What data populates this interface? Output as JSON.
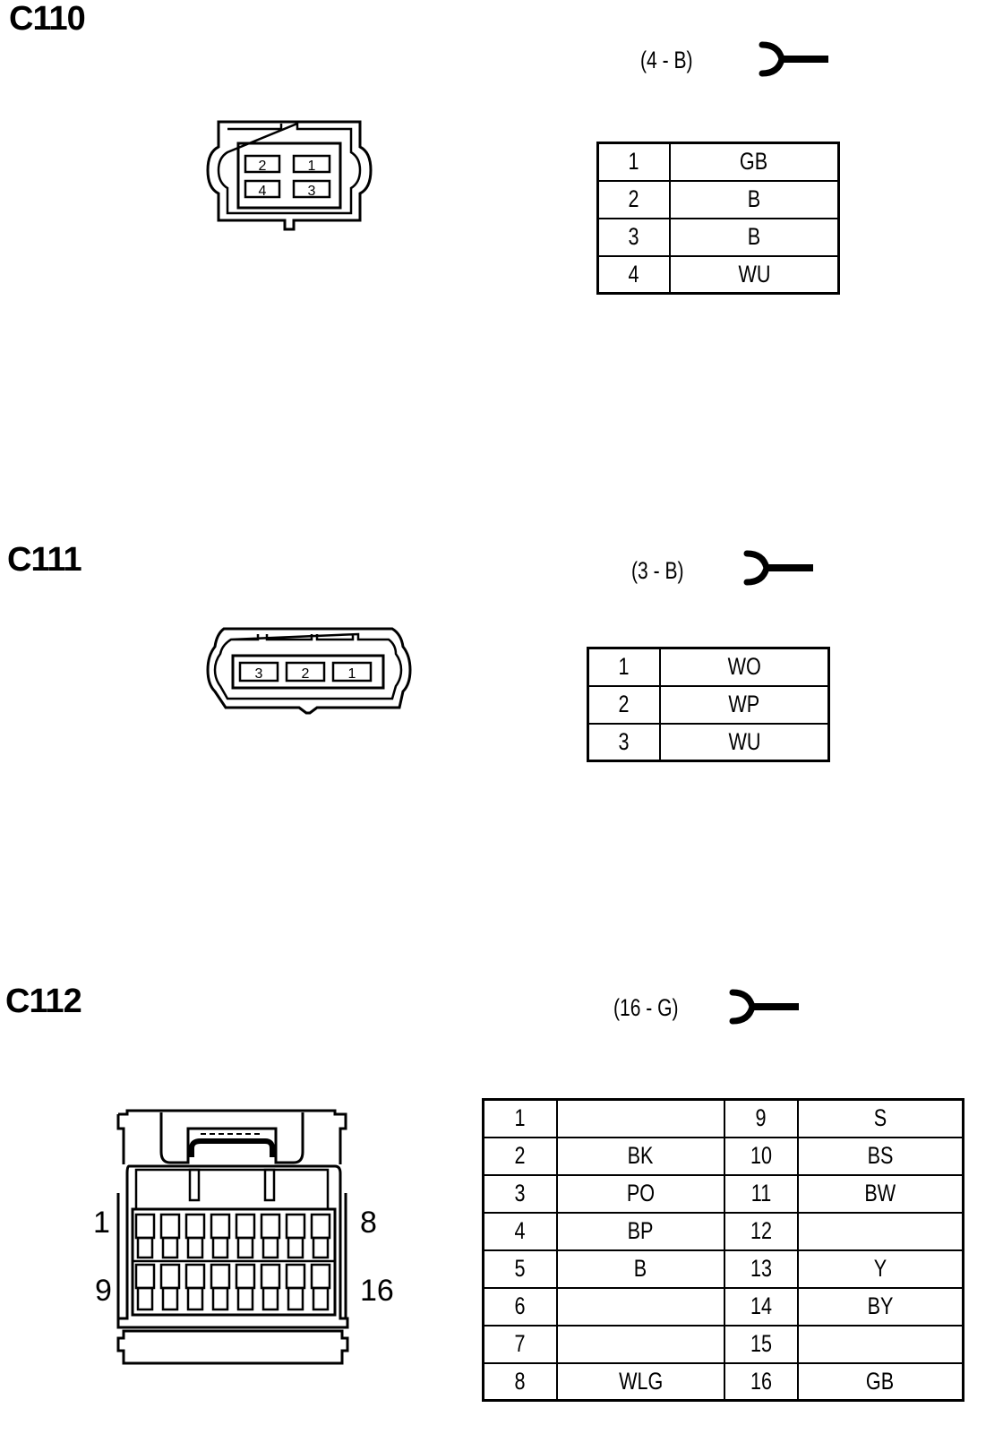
{
  "connectors": [
    {
      "id": "C110",
      "code": "(4 - B)",
      "face_pins": [
        "2",
        "1",
        "4",
        "3"
      ],
      "pins": [
        {
          "pin": "1",
          "color": "GB"
        },
        {
          "pin": "2",
          "color": "B"
        },
        {
          "pin": "3",
          "color": "B"
        },
        {
          "pin": "4",
          "color": "WU"
        }
      ]
    },
    {
      "id": "C111",
      "code": "(3 - B)",
      "face_pins": [
        "3",
        "2",
        "1"
      ],
      "pins": [
        {
          "pin": "1",
          "color": "WO"
        },
        {
          "pin": "2",
          "color": "WP"
        },
        {
          "pin": "3",
          "color": "WU"
        }
      ]
    },
    {
      "id": "C112",
      "code": "(16 - G)",
      "face_labels": {
        "top_left": "1",
        "top_right": "8",
        "bottom_left": "9",
        "bottom_right": "16"
      },
      "rows": [
        {
          "pin_a": "1",
          "color_a": "",
          "pin_b": "9",
          "color_b": "S"
        },
        {
          "pin_a": "2",
          "color_a": "BK",
          "pin_b": "10",
          "color_b": "BS"
        },
        {
          "pin_a": "3",
          "color_a": "PO",
          "pin_b": "11",
          "color_b": "BW"
        },
        {
          "pin_a": "4",
          "color_a": "BP",
          "pin_b": "12",
          "color_b": ""
        },
        {
          "pin_a": "5",
          "color_a": "B",
          "pin_b": "13",
          "color_b": "Y"
        },
        {
          "pin_a": "6",
          "color_a": "",
          "pin_b": "14",
          "color_b": "BY"
        },
        {
          "pin_a": "7",
          "color_a": "",
          "pin_b": "15",
          "color_b": ""
        },
        {
          "pin_a": "8",
          "color_a": "WLG",
          "pin_b": "16",
          "color_b": "GB"
        }
      ]
    }
  ]
}
